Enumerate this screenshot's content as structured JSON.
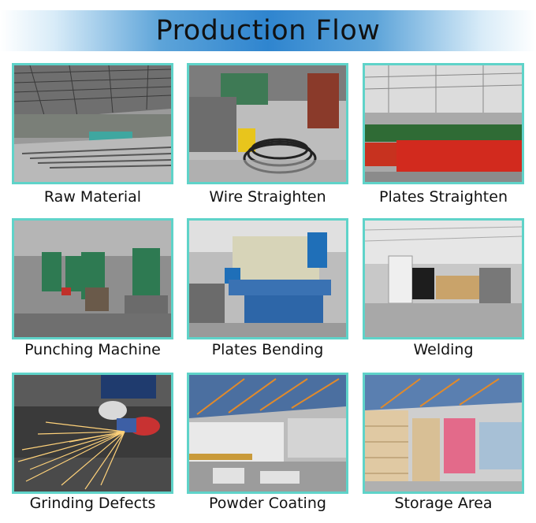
{
  "title": "Production Flow",
  "steps": [
    {
      "label": "Raw Material"
    },
    {
      "label": "Wire Straighten"
    },
    {
      "label": "Plates Straighten"
    },
    {
      "label": "Punching Machine"
    },
    {
      "label": "Plates Bending"
    },
    {
      "label": "Welding"
    },
    {
      "label": "Grinding Defects"
    },
    {
      "label": "Powder Coating"
    },
    {
      "label": "Storage Area"
    }
  ],
  "colors": {
    "frame_border": "#5fd3c9",
    "banner_center": "#2f85cf"
  }
}
